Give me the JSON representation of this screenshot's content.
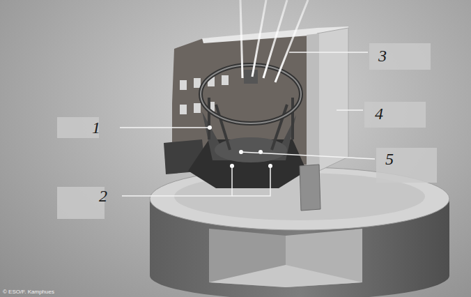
{
  "diagram": {
    "labels": [
      "1",
      "2",
      "3",
      "4",
      "5",
      "© ESO/F. Kamphues"
    ]
  }
}
